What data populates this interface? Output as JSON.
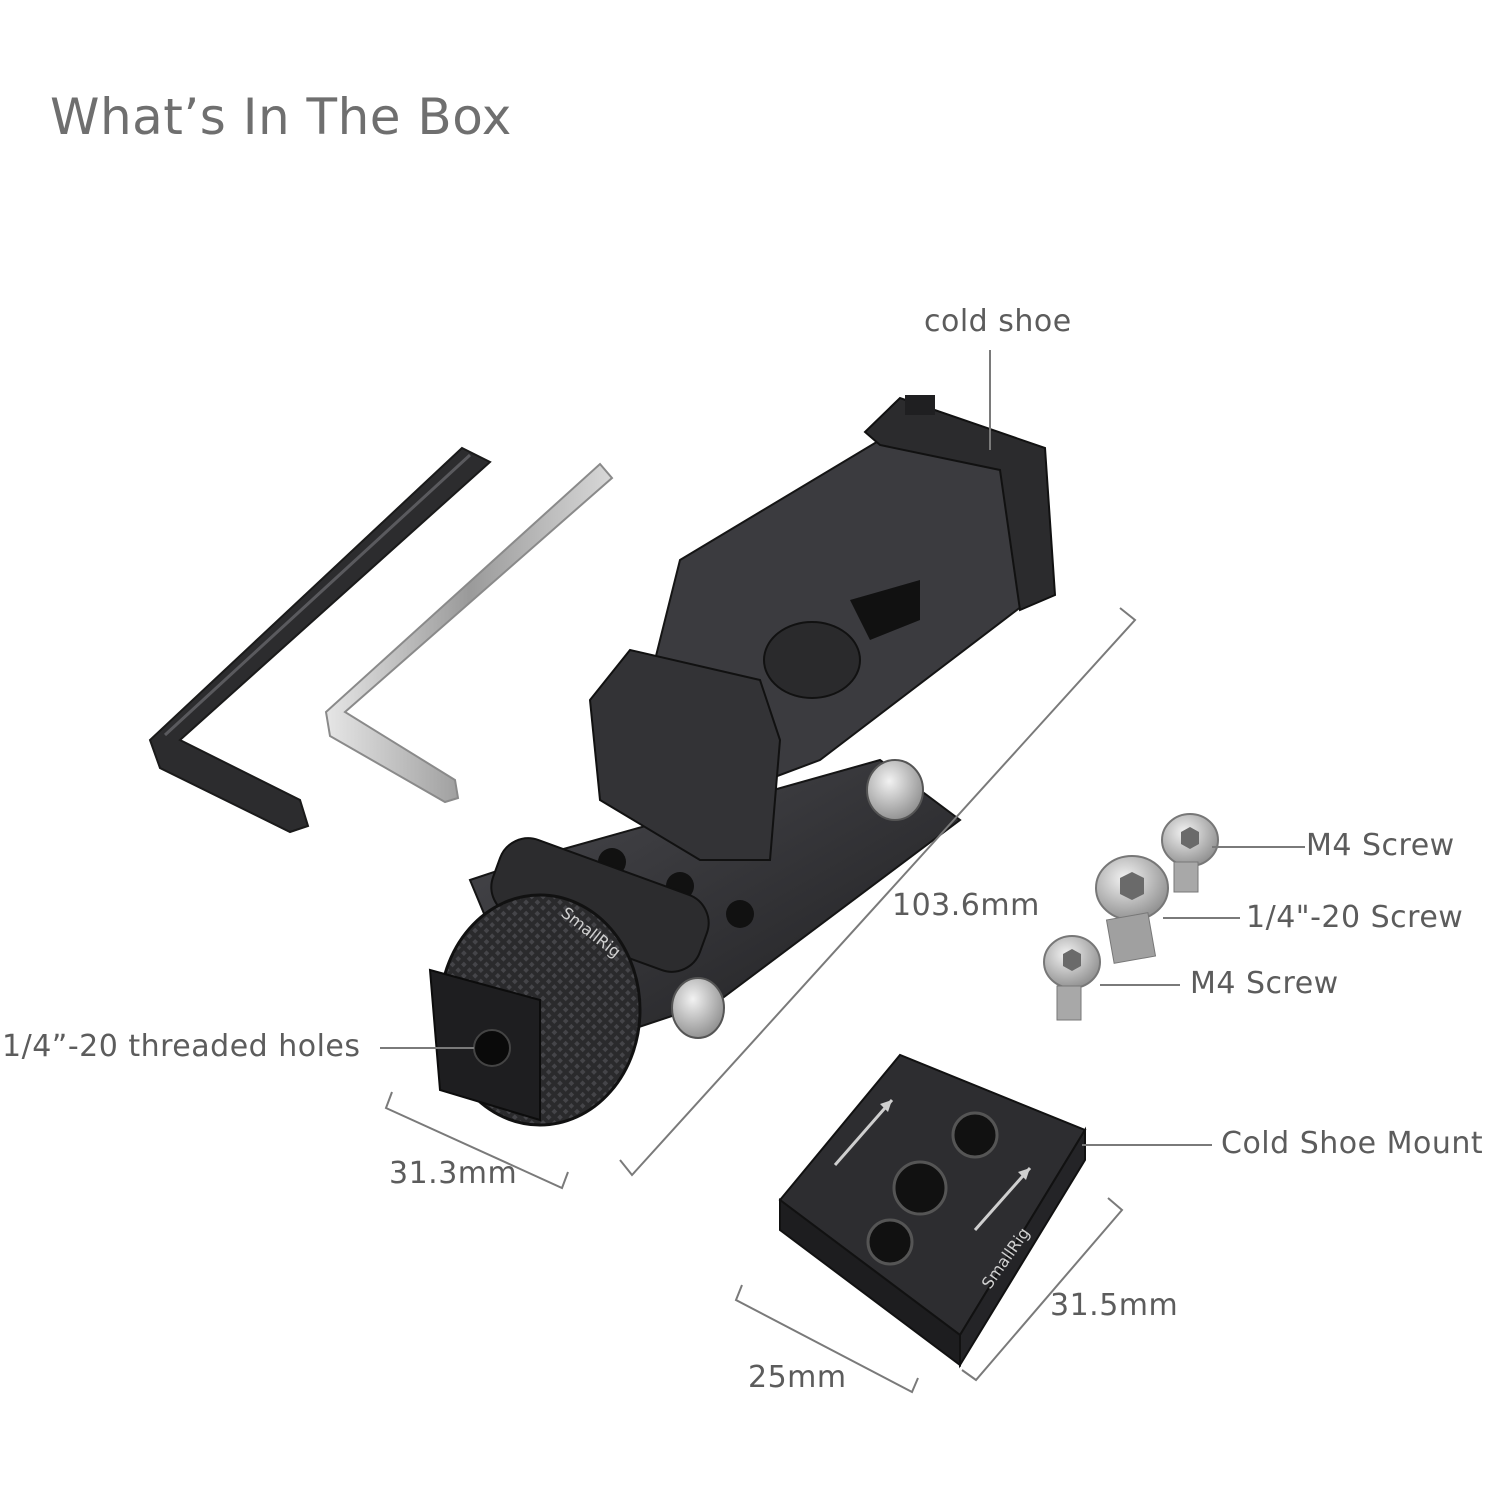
{
  "title": "What’s In The Box",
  "labels": {
    "cold_shoe": "cold shoe",
    "m4_screw_1": "M4 Screw",
    "quarter_20_screw": "1/4\"-20 Screw",
    "m4_screw_2": "M4 Screw",
    "threaded_holes": "1/4”-20 threaded holes",
    "cold_shoe_mount": "Cold Shoe Mount"
  },
  "dimensions": {
    "length": "103.6mm",
    "width_main": "31.3mm",
    "mount_width": "31.5mm",
    "mount_depth": "25mm"
  },
  "brand": "SmallRig",
  "colors": {
    "text": "#5c5c5c",
    "title": "#6f6f6f",
    "metal_dark": "#2b2b2d",
    "metal_mid": "#3e3e42",
    "steel": "#bcbcbc"
  }
}
